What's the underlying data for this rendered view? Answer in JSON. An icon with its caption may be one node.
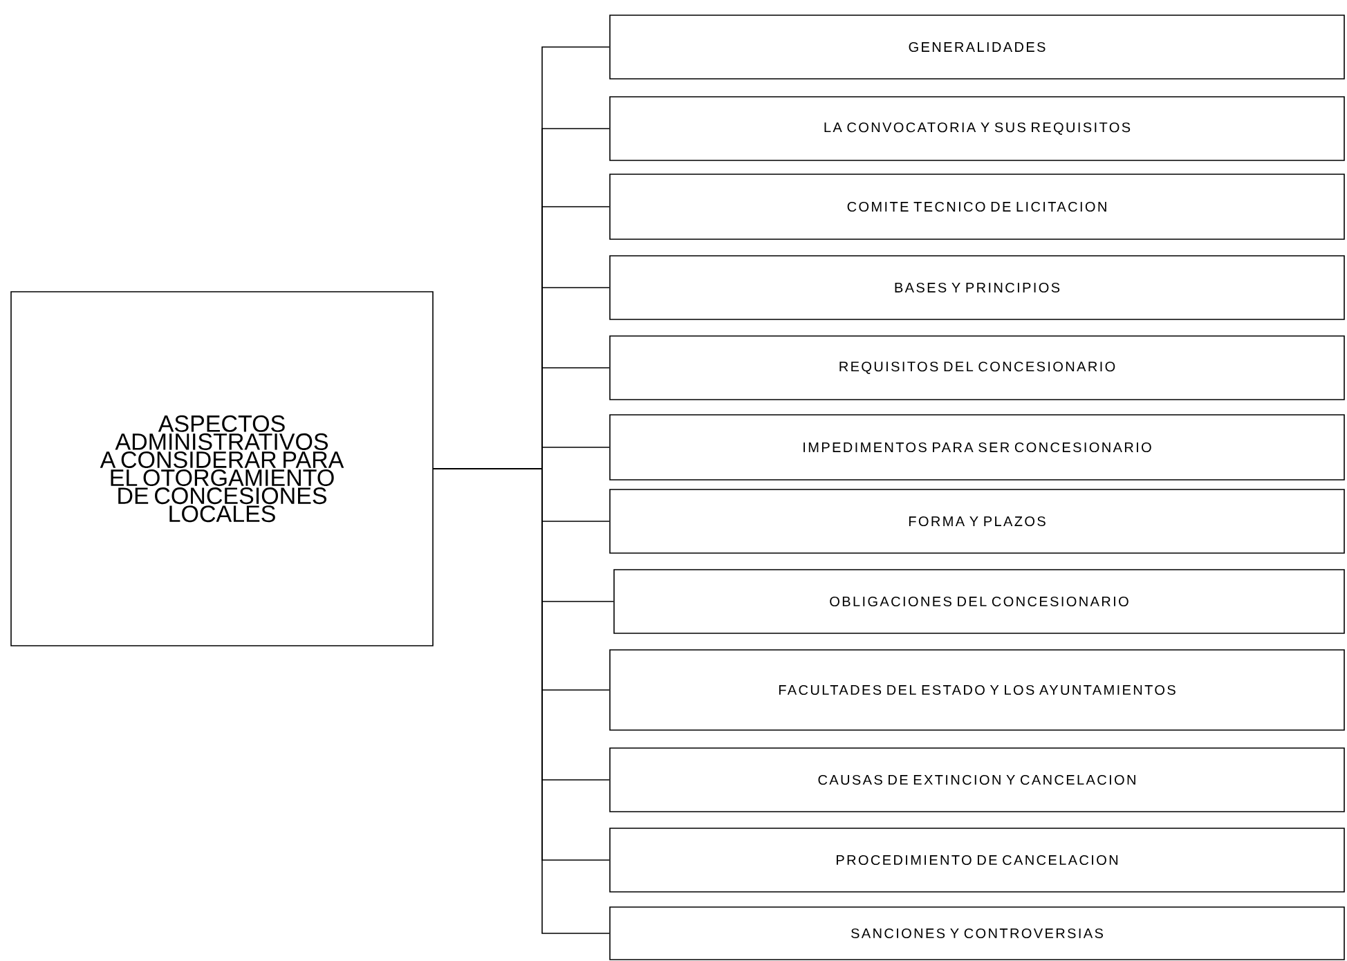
{
  "diagram": {
    "nodes": [
      {
        "text": [
          "ASPECTOS ADMINISTRATIVOS A CONSIDERAR PARA EL OTORGAMIENTO DE CONCESIONES LOCALES"
        ]
      },
      {
        "text": [
          "GENERALIDADES"
        ]
      },
      {
        "text": [
          "LA CONVOCATORIA Y SUS REQUISITOS"
        ]
      },
      {
        "text": [
          "COMITE TECNICO DE LICITACION"
        ]
      },
      {
        "text": [
          "BASES Y PRINCIPIOS"
        ]
      },
      {
        "text": [
          "REQUISITOS DEL CONCESIONARIO"
        ]
      },
      {
        "text": [
          "IMPEDIMENTOS PARA SER CONCESIONARIO"
        ]
      },
      {
        "text": [
          "FORMA Y PLAZOS"
        ]
      },
      {
        "text": [
          "OBLIGACIONES DEL CONCESIONARIO"
        ]
      },
      {
        "text": [
          "FACULTADES DEL ESTADO Y LOS AYUNTAMIENTOS"
        ]
      },
      {
        "text": [
          "CAUSAS DE EXTINCION Y CANCELACION"
        ]
      },
      {
        "text": [
          "PROCEDIMIENTO DE CANCELACION"
        ]
      },
      {
        "text": [
          "SANCIONES Y CONTROVERSIAS"
        ]
      }
    ],
    "edges": [
      {
        "from": 0,
        "to": 1,
        "arrow": "none"
      },
      {
        "from": 0,
        "to": 2,
        "arrow": "none"
      },
      {
        "from": 0,
        "to": 3,
        "arrow": "none"
      },
      {
        "from": 0,
        "to": 4,
        "arrow": "none"
      },
      {
        "from": 0,
        "to": 5,
        "arrow": "none"
      },
      {
        "from": 0,
        "to": 6,
        "arrow": "none"
      },
      {
        "from": 0,
        "to": 7,
        "arrow": "none"
      },
      {
        "from": 0,
        "to": 8,
        "arrow": "none"
      },
      {
        "from": 0,
        "to": 9,
        "arrow": "none"
      },
      {
        "from": 0,
        "to": 10,
        "arrow": "none"
      },
      {
        "from": 0,
        "to": 11,
        "arrow": "none"
      },
      {
        "from": 0,
        "to": 12,
        "arrow": "none"
      }
    ]
  }
}
